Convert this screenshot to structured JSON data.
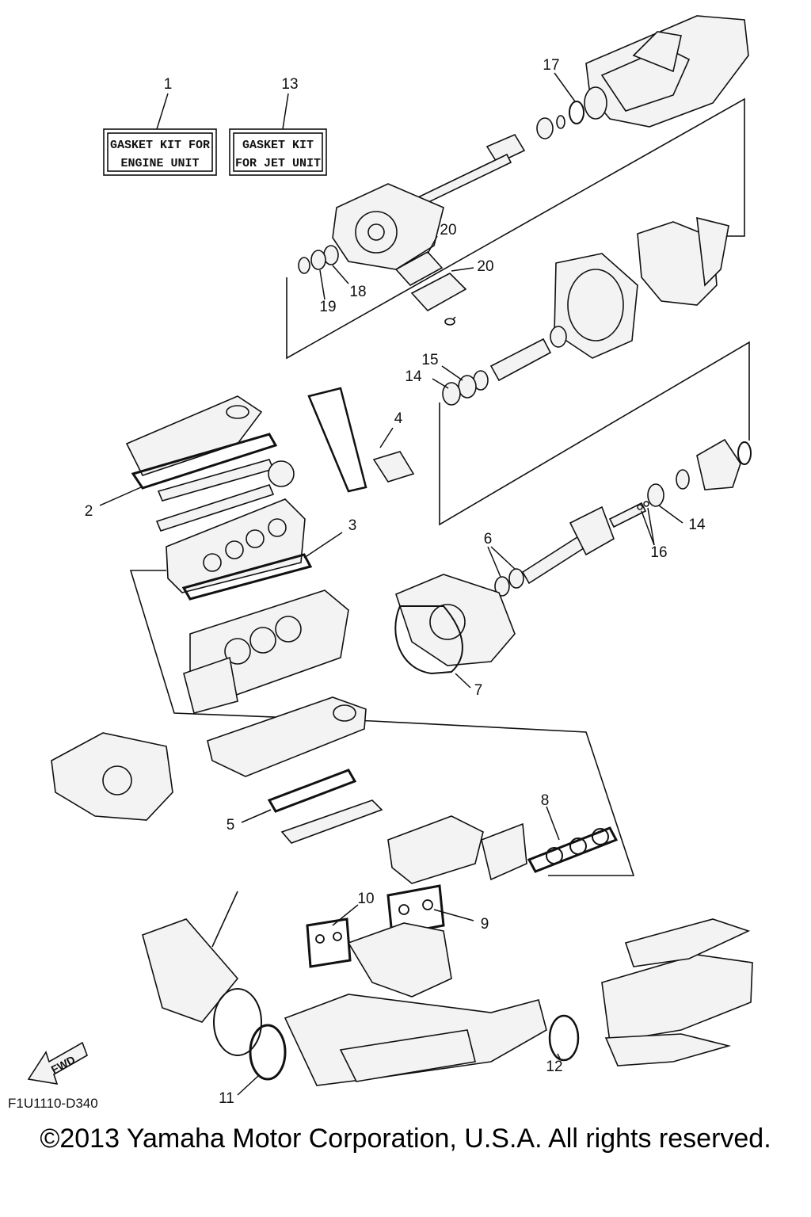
{
  "kits": [
    {
      "callout": "1",
      "line1": "GASKET KIT FOR",
      "line2": "ENGINE UNIT"
    },
    {
      "callout": "13",
      "line1": "GASKET KIT",
      "line2": "FOR JET UNIT"
    }
  ],
  "callouts": {
    "c2": "2",
    "c3": "3",
    "c4": "4",
    "c5": "5",
    "c6": "6",
    "c7": "7",
    "c8": "8",
    "c9": "9",
    "c10": "10",
    "c11": "11",
    "c12": "12",
    "c14a": "14",
    "c14b": "14",
    "c15": "15",
    "c16": "16",
    "c17": "17",
    "c18": "18",
    "c19": "19",
    "c20a": "20",
    "c20b": "20"
  },
  "fwd_label": "FWD",
  "diagram_code": "F1U1110-D340",
  "copyright": "©2013 Yamaha Motor Corporation, U.S.A. All rights reserved."
}
